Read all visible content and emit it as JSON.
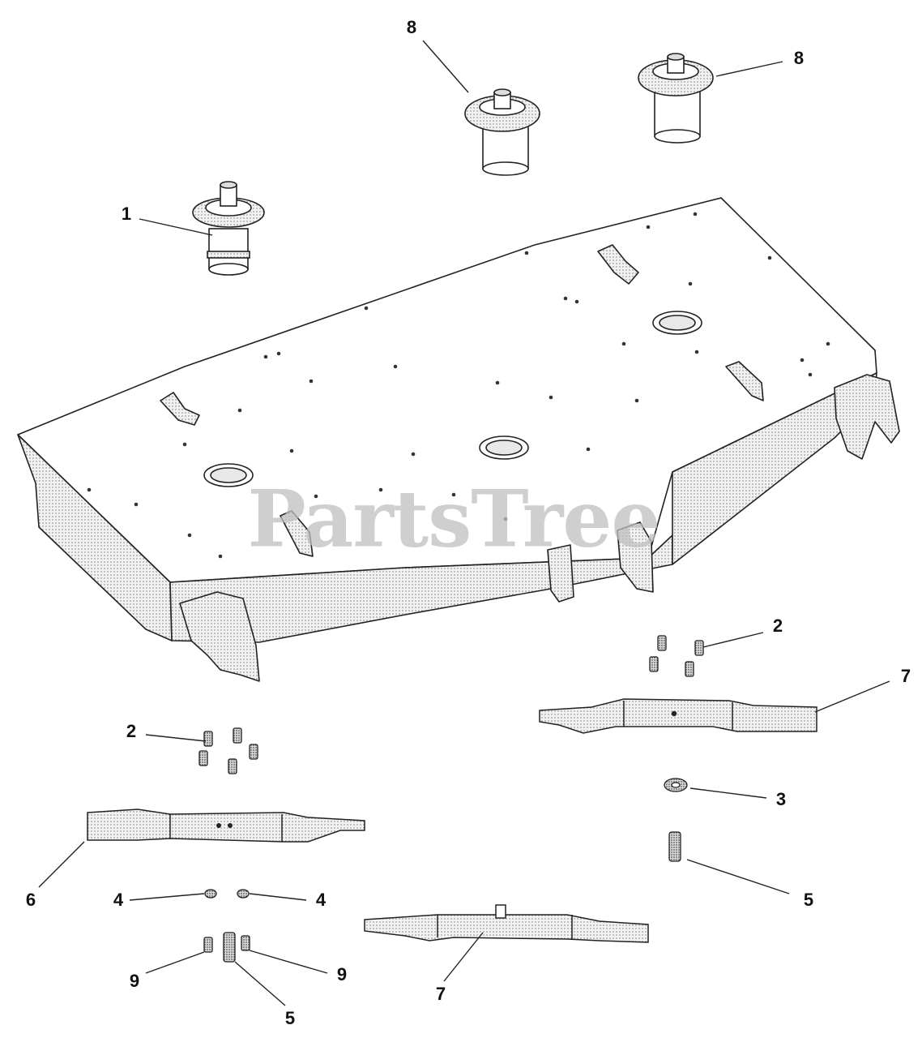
{
  "watermark": "PartsTree",
  "callouts": {
    "c1": "1",
    "c2a": "2",
    "c2b": "2",
    "c3": "3",
    "c4a": "4",
    "c4b": "4",
    "c5a": "5",
    "c5b": "5",
    "c6": "6",
    "c7a": "7",
    "c7b": "7",
    "c8a": "8",
    "c8b": "8",
    "c9a": "9",
    "c9b": "9"
  },
  "colors": {
    "line": "#222222",
    "fill": "#f4f4f4",
    "shade": "#d8d8d8",
    "watermark": "#bfbfbf"
  }
}
